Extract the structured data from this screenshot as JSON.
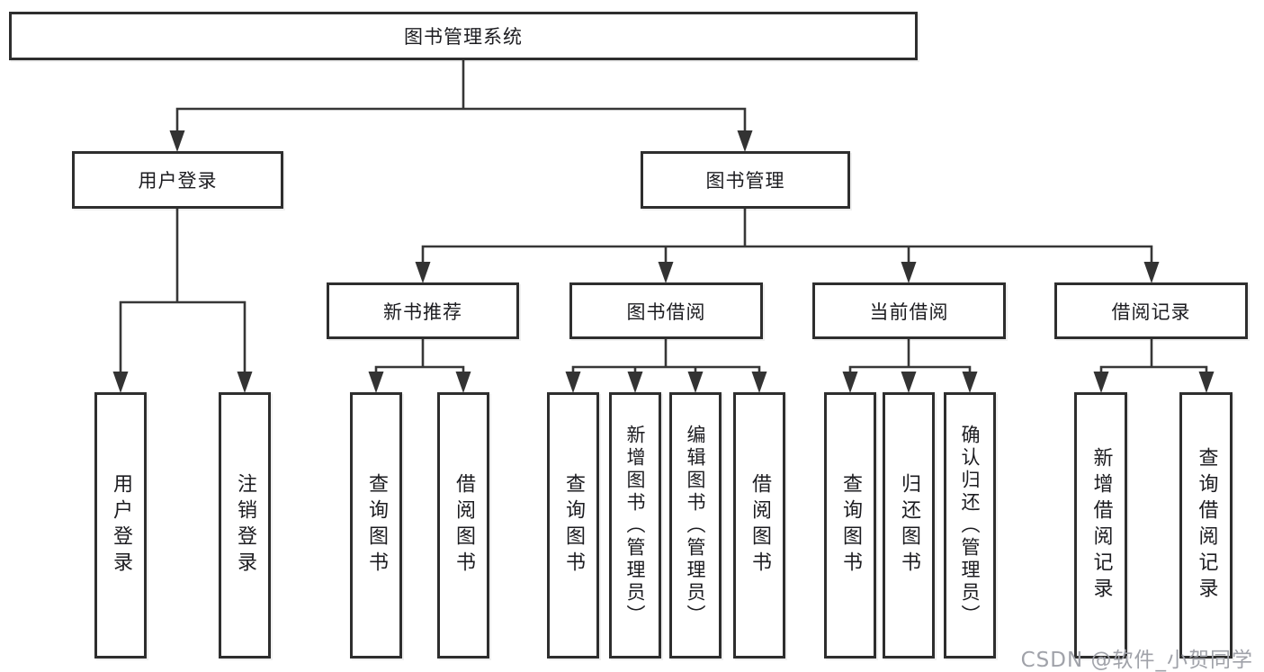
{
  "diagram_title": "图书管理系统",
  "tree": {
    "label": "图书管理系统",
    "children": [
      {
        "label": "用户登录",
        "children": [
          {
            "label": "用户登录"
          },
          {
            "label": "注销登录"
          }
        ]
      },
      {
        "label": "图书管理",
        "children": [
          {
            "label": "新书推荐",
            "children": [
              {
                "label": "查询图书"
              },
              {
                "label": "借阅图书"
              }
            ]
          },
          {
            "label": "图书借阅",
            "children": [
              {
                "label": "查询图书"
              },
              {
                "label": "新增图书（管理员）"
              },
              {
                "label": "编辑图书（管理员）"
              },
              {
                "label": "借阅图书"
              }
            ]
          },
          {
            "label": "当前借阅",
            "children": [
              {
                "label": "查询图书"
              },
              {
                "label": "归还图书"
              },
              {
                "label": "确认归还（管理员）"
              }
            ]
          },
          {
            "label": "借阅记录",
            "children": [
              {
                "label": "新增借阅记录"
              },
              {
                "label": "查询借阅记录"
              }
            ]
          }
        ]
      }
    ]
  },
  "watermark": {
    "text": "CSDN @软件_小贺同学"
  },
  "colors": {
    "background": "#ffffff",
    "line": "#373737",
    "box_border": "#2e2e2e",
    "text": "#1c1c20",
    "watermark": "#a0a2a9"
  }
}
